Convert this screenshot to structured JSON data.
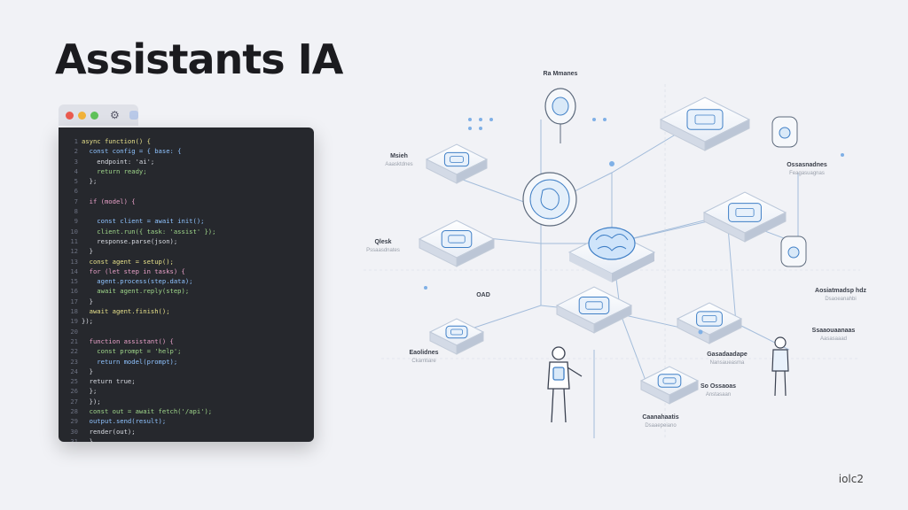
{
  "page": {
    "title": "Assistants IA",
    "brand": "iolc2"
  },
  "editor": {
    "dots": [
      "#ea5a4f",
      "#f1b23a",
      "#5ec159"
    ],
    "lines": [
      "async function() {",
      "  const config = { base: {",
      "    endpoint: 'ai';",
      "    return ready;",
      "  };",
      "",
      "  if (model) {",
      "",
      "    const client = await init();",
      "    client.run({ task: 'assist' });",
      "    response.parse(json);",
      "  }",
      "  const agent = setup();",
      "  for (let step in tasks) {",
      "    agent.process(step.data);",
      "    await agent.reply(step);",
      "  }",
      "  await agent.finish();",
      "});",
      "",
      "  function assistant() {",
      "    const prompt = 'help';",
      "    return model(prompt);",
      "  }",
      "  return true;",
      "  };",
      "  });",
      "  const out = await fetch('/api');",
      "  output.send(result);",
      "  render(out);",
      "  }",
      "}"
    ]
  },
  "diagram": {
    "labels": [
      {
        "key": "n1",
        "text": "Ra Mmanes",
        "sub": ""
      },
      {
        "key": "n2",
        "text": "Msieh",
        "sub": "Aaasktdnes"
      },
      {
        "key": "n3",
        "text": "Ossasnadnes",
        "sub": "Feagasuagnas"
      },
      {
        "key": "n4",
        "text": "Qlesk",
        "sub": "Pssaasdnates"
      },
      {
        "key": "n5",
        "text": "Aosiatmadsp hdz",
        "sub": "Dsaoeanahbi"
      },
      {
        "key": "n6",
        "text": "Eaolidnes",
        "sub": "Ckamtiare"
      },
      {
        "key": "n7",
        "text": "Gasadaadape",
        "sub": "Nansaueasma"
      },
      {
        "key": "n8",
        "text": "Caanahaatis",
        "sub": "Dsaaepeiano"
      },
      {
        "key": "n9",
        "text": "So Ossaoas",
        "sub": "Anstasaan"
      },
      {
        "key": "n10",
        "text": "Ssaaouaanaas",
        "sub": "Aasasaaad"
      },
      {
        "key": "n11",
        "text": "OAD",
        "sub": ""
      }
    ]
  }
}
